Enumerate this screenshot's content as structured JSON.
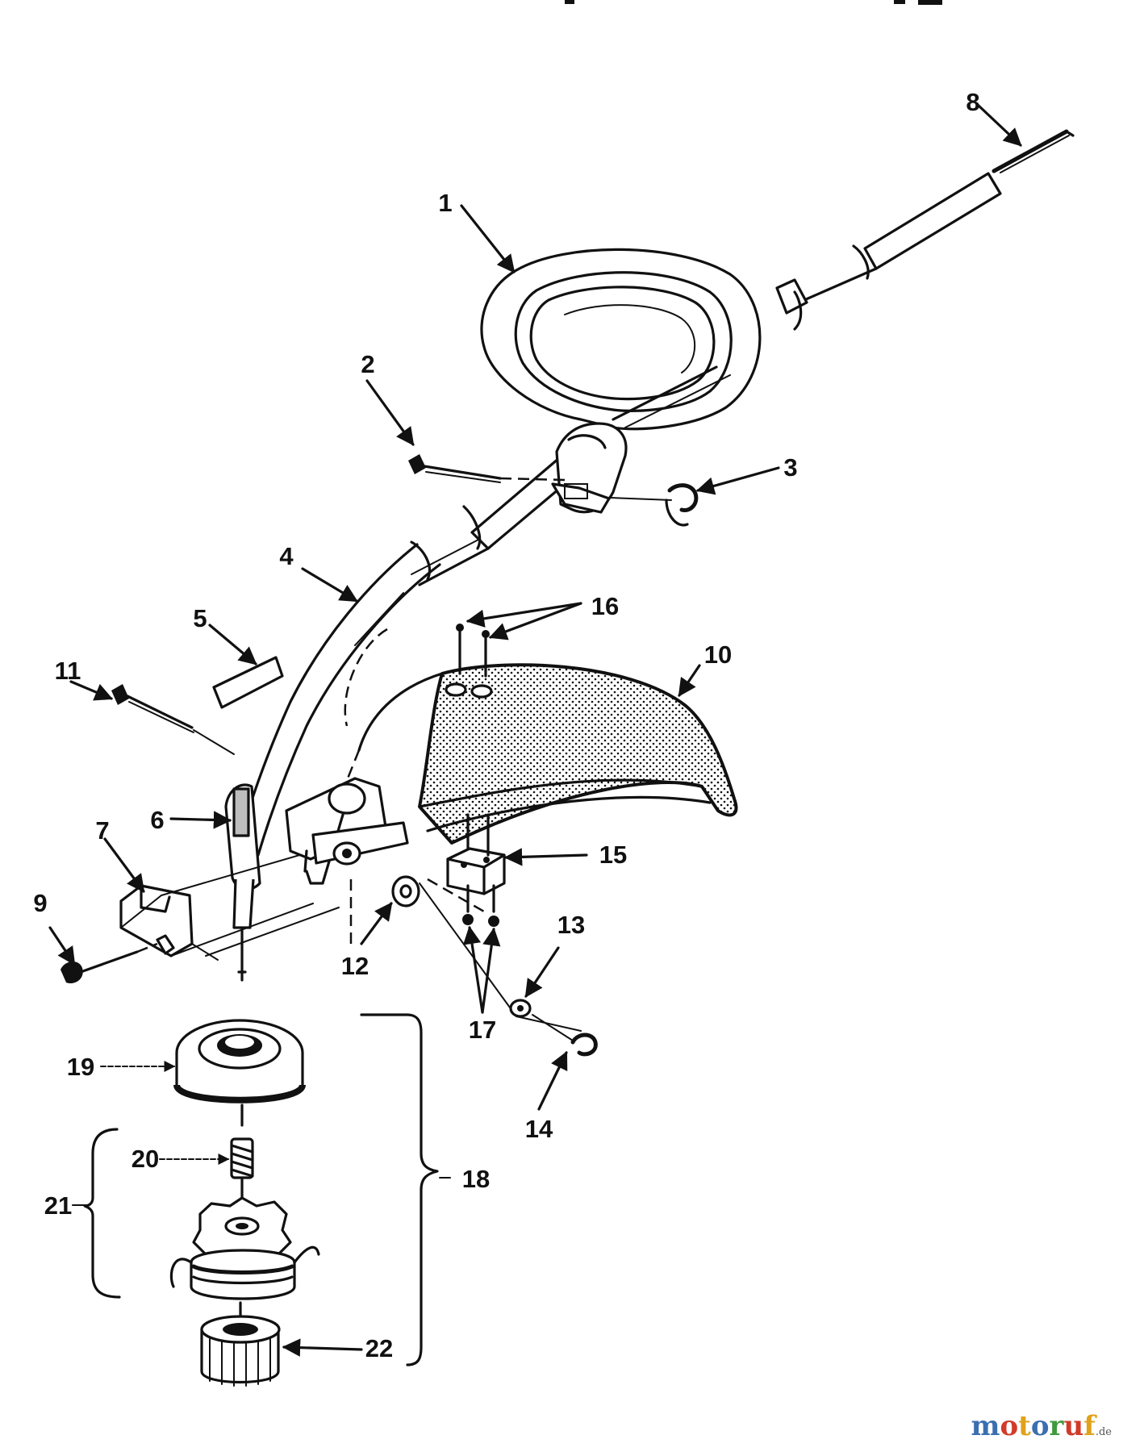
{
  "diagram": {
    "callouts": [
      {
        "id": "1",
        "text": "1"
      },
      {
        "id": "2",
        "text": "2"
      },
      {
        "id": "3",
        "text": "3"
      },
      {
        "id": "4",
        "text": "4"
      },
      {
        "id": "5",
        "text": "5"
      },
      {
        "id": "6",
        "text": "6"
      },
      {
        "id": "7",
        "text": "7"
      },
      {
        "id": "8",
        "text": "8"
      },
      {
        "id": "9",
        "text": "9"
      },
      {
        "id": "10",
        "text": "10"
      },
      {
        "id": "11",
        "text": "11"
      },
      {
        "id": "12",
        "text": "12"
      },
      {
        "id": "13",
        "text": "13"
      },
      {
        "id": "14",
        "text": "14"
      },
      {
        "id": "15",
        "text": "15"
      },
      {
        "id": "16",
        "text": "16"
      },
      {
        "id": "17",
        "text": "17"
      },
      {
        "id": "18",
        "text": "18"
      },
      {
        "id": "19",
        "text": "19"
      },
      {
        "id": "20",
        "text": "20"
      },
      {
        "id": "21",
        "text": "21"
      },
      {
        "id": "22",
        "text": "22"
      }
    ]
  },
  "watermark": {
    "letters": [
      "m",
      "o",
      "t",
      "o",
      "r",
      "u",
      "f"
    ],
    "colors": [
      "#3a6fb0",
      "#d23a2a",
      "#e0a21a",
      "#3a6fb0",
      "#3f9a3c",
      "#d23a2a",
      "#e0a21a"
    ],
    "tld": ".de"
  }
}
